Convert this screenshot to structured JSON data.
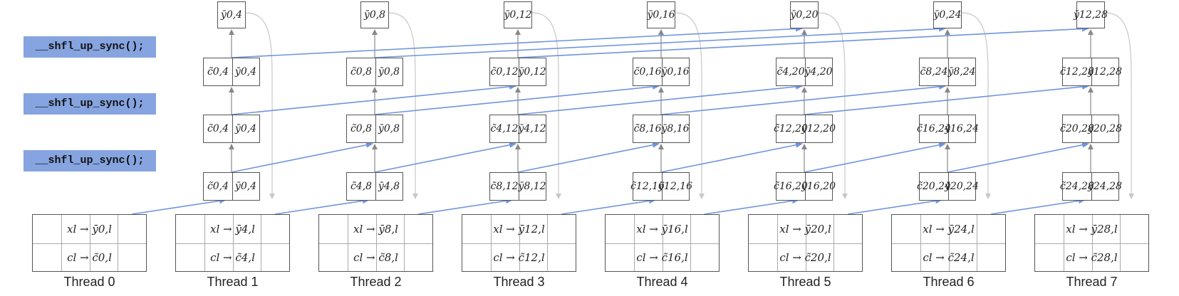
{
  "sync_labels": [
    "__shfl_up_sync();",
    "__shfl_up_sync();",
    "__shfl_up_sync();"
  ],
  "threads": [
    {
      "label": "Thread 0",
      "top": "ȳ0,4",
      "row3": [
        "c̃0,4",
        "ȳ0,4"
      ],
      "row2": [
        "c̃0,4",
        "ȳ0,4"
      ],
      "row1": [
        "c̃0,4",
        "ȳ0,4"
      ],
      "x_map": "xl → ȳ0,l",
      "c_map": "cl → c̃0,l"
    },
    {
      "label": "Thread 1",
      "top": "ȳ0,8",
      "row3": [
        "c̃0,8",
        "ȳ0,8"
      ],
      "row2": [
        "c̃0,8",
        "ȳ0,8"
      ],
      "row1": [
        "c̃4,8",
        "ȳ4,8"
      ],
      "x_map": "xl → ȳ4,l",
      "c_map": "cl → c̃4,l"
    },
    {
      "label": "Thread 2",
      "top": "ȳ0,12",
      "row3": [
        "c̃0,12",
        "ȳ0,12"
      ],
      "row2": [
        "c̃4,12",
        "ȳ4,12"
      ],
      "row1": [
        "c̃8,12",
        "ȳ8,12"
      ],
      "x_map": "xl → ȳ8,l",
      "c_map": "cl → c̃8,l"
    },
    {
      "label": "Thread 3",
      "top": "ȳ0,16",
      "row3": [
        "c̃0,16",
        "ȳ0,16"
      ],
      "row2": [
        "c̃8,16",
        "ȳ8,16"
      ],
      "row1": [
        "c̃12,16",
        "ȳ12,16"
      ],
      "x_map": "xl → ȳ12,l",
      "c_map": "cl → c̃12,l"
    },
    {
      "label": "Thread 4",
      "top": "ȳ0,20",
      "row3": [
        "c̃4,20",
        "ȳ4,20"
      ],
      "row2": [
        "c̃12,20",
        "ȳ12,20"
      ],
      "row1": [
        "c̃16,20",
        "ȳ16,20"
      ],
      "x_map": "xl → ȳ16,l",
      "c_map": "cl → c̃16,l"
    },
    {
      "label": "Thread 5",
      "top": "ȳ0,24",
      "row3": [
        "c̃8,24",
        "ȳ8,24"
      ],
      "row2": [
        "c̃16,24",
        "ȳ16,24"
      ],
      "row1": [
        "c̃20,24",
        "ȳ20,24"
      ],
      "x_map": "xl → ȳ20,l",
      "c_map": "cl → c̃20,l"
    },
    {
      "label": "Thread 6",
      "top": "ȳ12,28",
      "row3": [
        "c̃12,28",
        "ȳ12,28"
      ],
      "row2": [
        "c̃20,28",
        "ȳ20,28"
      ],
      "row1": [
        "c̃24,28",
        "ȳ24,28"
      ],
      "x_map": "xl → ȳ24,l",
      "c_map": "cl → c̃24,l"
    },
    {
      "label": "Thread 7",
      "top": "",
      "row3": [],
      "row2": [],
      "row1": [],
      "x_map": "xl → ȳ28,l",
      "c_map": "cl → c̃28,l"
    }
  ],
  "colors": {
    "shuffle_arrow": "#6f94dc",
    "sync_bar": "#86a4e0",
    "up_arrow": "#888888",
    "return_arrow": "#c8c8c8"
  }
}
